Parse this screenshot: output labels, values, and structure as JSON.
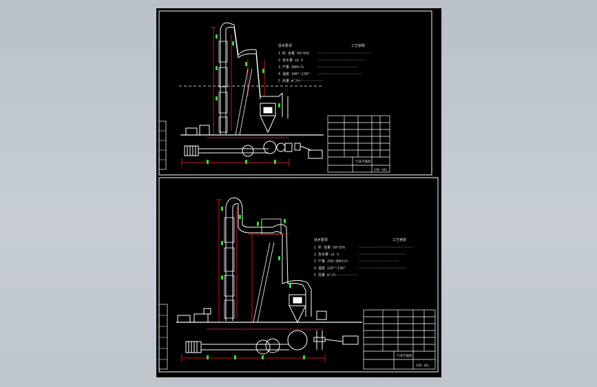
{
  "colors": {
    "background": "#c2c8ce",
    "paper": "#000000",
    "line": "#ffffff",
    "dimension": "#ff2020",
    "marker": "#2fe02f",
    "label": "#dcdcdc"
  },
  "top_drawing": {
    "specs_title": "技术要求",
    "specs_header": "工艺参数",
    "specs": [
      {
        "num": "1",
        "text": "料 含量 50~55%"
      },
      {
        "num": "2",
        "text": "含水量 ≤1 %"
      },
      {
        "num": "3",
        "text": "产量 300t/h"
      },
      {
        "num": "4",
        "text": "温度 100°~130°"
      },
      {
        "num": "5",
        "text": "风量 m³/h"
      }
    ],
    "title_block": {
      "name": "气流干燥机",
      "code": "GZ8-101"
    }
  },
  "bottom_drawing": {
    "specs_title": "技术要求",
    "specs_header": "工艺参数",
    "specs": [
      {
        "num": "1",
        "text": "料 含量 50~55%"
      },
      {
        "num": "2",
        "text": "含水量 ≤1 %"
      },
      {
        "num": "3",
        "text": "产量 250~300t/h"
      },
      {
        "num": "4",
        "text": "温度 110°~130°"
      },
      {
        "num": "5",
        "text": "风量 m³/h"
      }
    ],
    "title_block": {
      "name": "气流干燥机",
      "code": "GZ8-101"
    }
  }
}
